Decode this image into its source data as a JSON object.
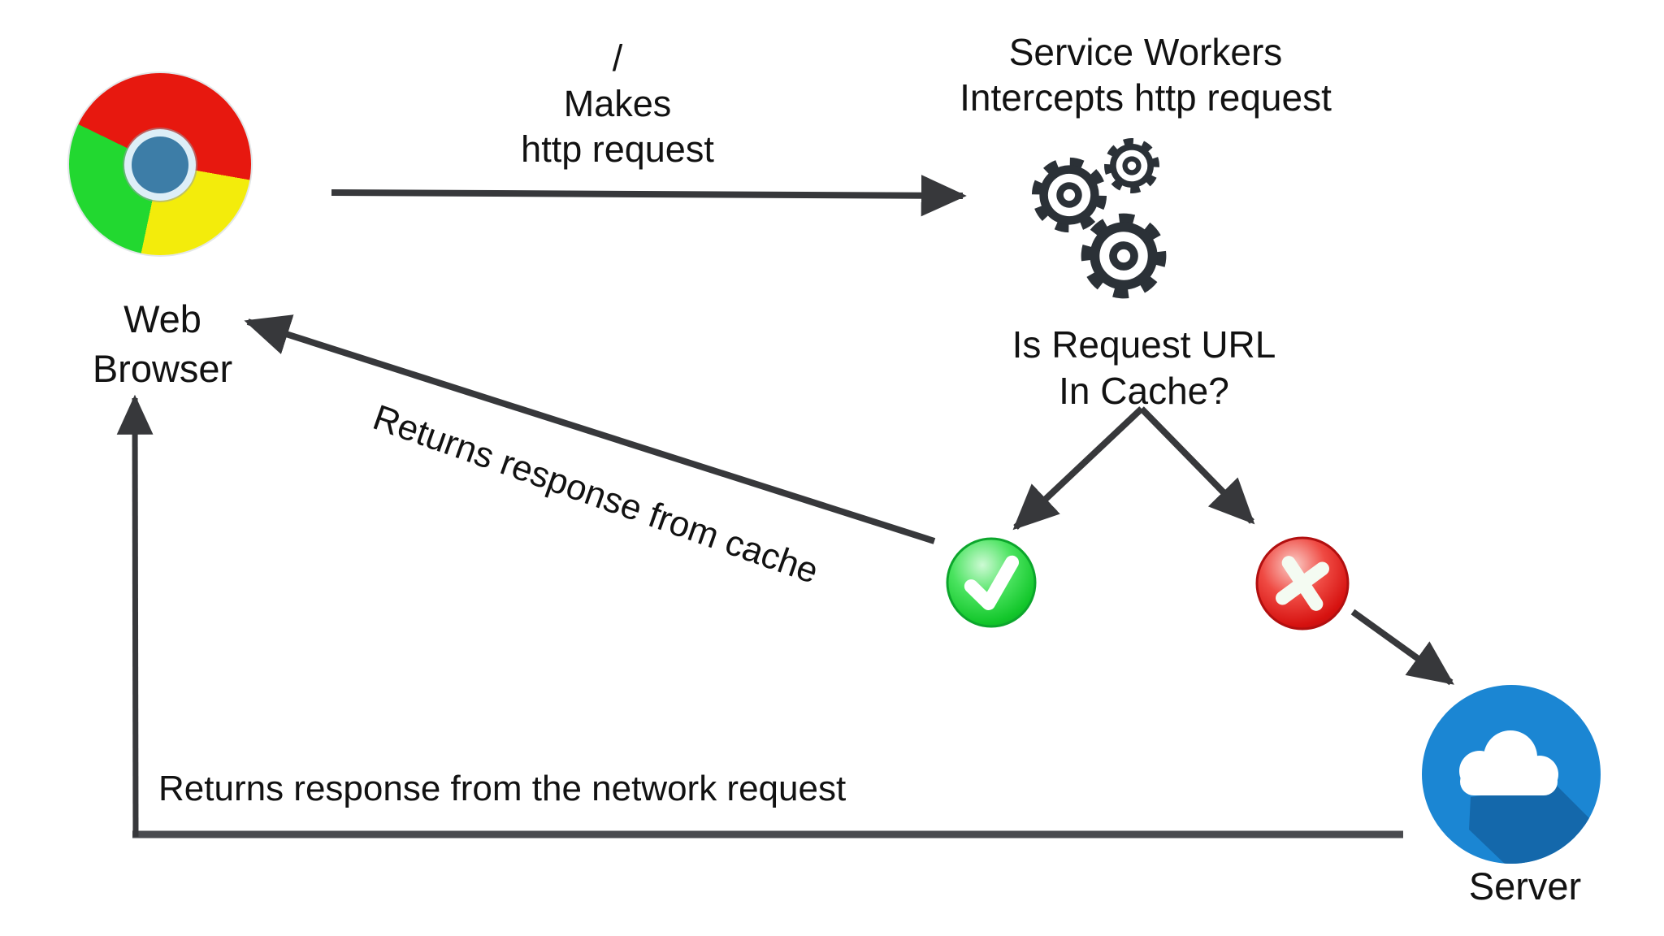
{
  "title": "Service worker request flow diagram",
  "colors": {
    "arrow": "#37383b",
    "bottom_line": "#4a4b4f",
    "gear": "#2b3137",
    "chrome_red": "#e7180f",
    "chrome_green": "#22d830",
    "chrome_yellow": "#f3ec0b",
    "chrome_blue": "#3d7da7",
    "check_green": "#12c62a",
    "check_rim": "#0ca62c",
    "cross_red": "#d61210",
    "cross_rim": "#b20f0f",
    "server_blue": "#1b86d3",
    "server_shadow": "#1468ab",
    "text": "#121212"
  },
  "icons": {
    "browser": "chrome-browser-icon",
    "service_worker": "gears-icon",
    "cache_hit": "check-icon",
    "cache_miss": "x-icon",
    "server": "cloud-server-icon"
  },
  "nodes": {
    "browser": {
      "line1": "Web",
      "line2": "Browser"
    },
    "service_worker": {
      "line1": "Service Workers",
      "line2": "Intercepts http request"
    },
    "decision": {
      "line1": "Is Request URL",
      "line2": "In Cache?"
    },
    "server": {
      "label": "Server"
    }
  },
  "edges": {
    "makes_request": {
      "line1": "/",
      "line2": "Makes",
      "line3": "http request"
    },
    "cache_return": {
      "label": "Returns response from cache"
    },
    "network_return": {
      "label": "Returns response from the network request"
    }
  }
}
